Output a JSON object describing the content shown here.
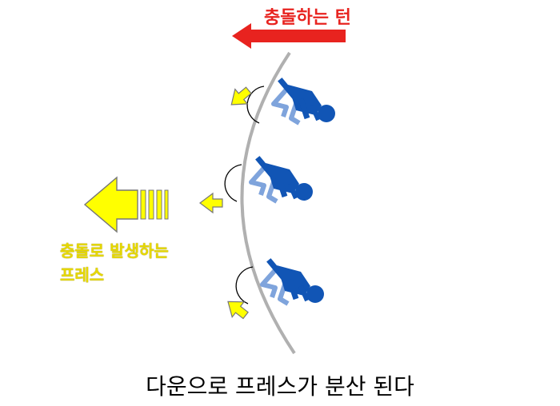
{
  "top_label": "충돌하는 턴",
  "press_label": [
    "충돌로 발생하는",
    "프레스"
  ],
  "caption": "다운으로 프레스가 분산 된다",
  "colors": {
    "red_arrow": "#e8231f",
    "yellow_arrow": "#ffff00",
    "arrow_outline": "#777777",
    "arc": "#b0b0b0",
    "player_dark": "#1155b5",
    "player_light": "#7fa4dc",
    "press_text": "#e6d800",
    "top_text": "#e8231f"
  },
  "icons": [
    "red-left-arrow",
    "big-yellow-arrow",
    "small-yellow-arrow",
    "player-figure"
  ]
}
